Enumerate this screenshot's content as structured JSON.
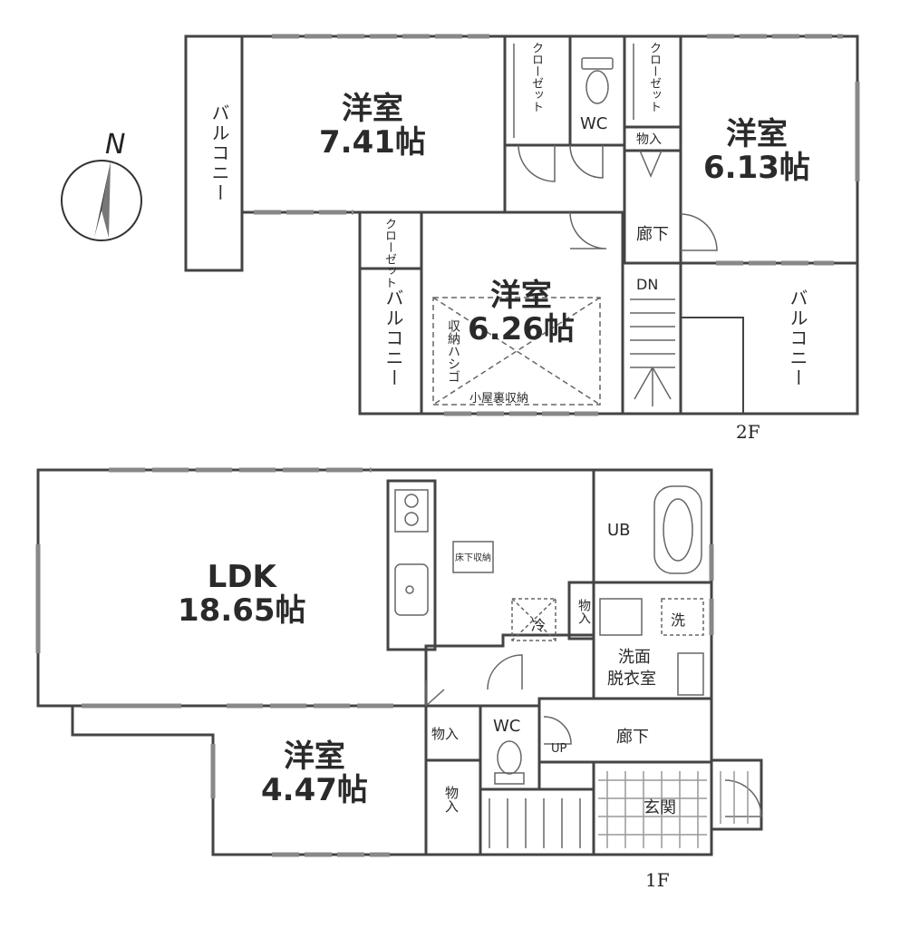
{
  "floors": {
    "upper": {
      "label": "2F",
      "rooms": [
        {
          "key": "bed1",
          "name": "洋室",
          "size": "7.41帖"
        },
        {
          "key": "bed2",
          "name": "洋室",
          "size": "6.13帖"
        },
        {
          "key": "bed3",
          "name": "洋室",
          "size": "6.26帖"
        }
      ],
      "balconies": [
        "バルコニー",
        "バルコニー",
        "バルコニー"
      ],
      "closets": [
        "クローゼット",
        "クローゼット",
        "クローゼット"
      ],
      "wc": "WC",
      "storage": "物入",
      "hall": "廊下",
      "stair_down": "DN",
      "storage_ladder": "収納ハシゴ",
      "attic_storage": "小屋裏収納"
    },
    "lower": {
      "label": "1F",
      "rooms": [
        {
          "key": "ldk",
          "name": "LDK",
          "size": "18.65帖"
        },
        {
          "key": "bed4",
          "name": "洋室",
          "size": "4.47帖"
        }
      ],
      "bath": "UB",
      "fridge": "冷",
      "washer": "洗",
      "storage1": "物入",
      "storage2": "物入",
      "storage3": "物入",
      "washroom_line1": "洗面",
      "washroom_line2": "脱衣室",
      "wc": "WC",
      "stair_up": "UP",
      "hall": "廊下",
      "entrance": "玄関",
      "floor_heating_unit": "床下収納"
    }
  },
  "compass": {
    "label": "N"
  }
}
